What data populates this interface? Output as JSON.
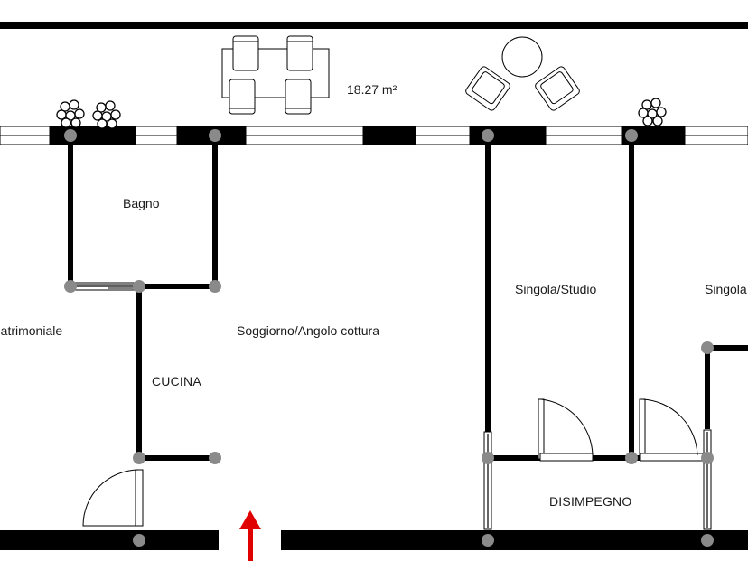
{
  "plan": {
    "terrace_area": "18.27 m²",
    "rooms": {
      "bagno": "Bagno",
      "matrimoniale": "Matrimoniale",
      "soggiorno": "Soggiorno/Angolo cottura",
      "cucina": "CUCINA",
      "singola_studio": "Singola/Studio",
      "singola": "Singola",
      "disimpegno": "DISIMPEGNO"
    },
    "colors": {
      "wall": "#000000",
      "node": "#8a8a8a",
      "entrance_arrow": "#e00000",
      "line": "#000000"
    },
    "icons": [
      "plant-icon",
      "table-icon",
      "chair-icon",
      "armchair-icon",
      "round-table-icon",
      "door-swing-icon",
      "sliding-door-icon",
      "entrance-arrow-icon"
    ]
  }
}
